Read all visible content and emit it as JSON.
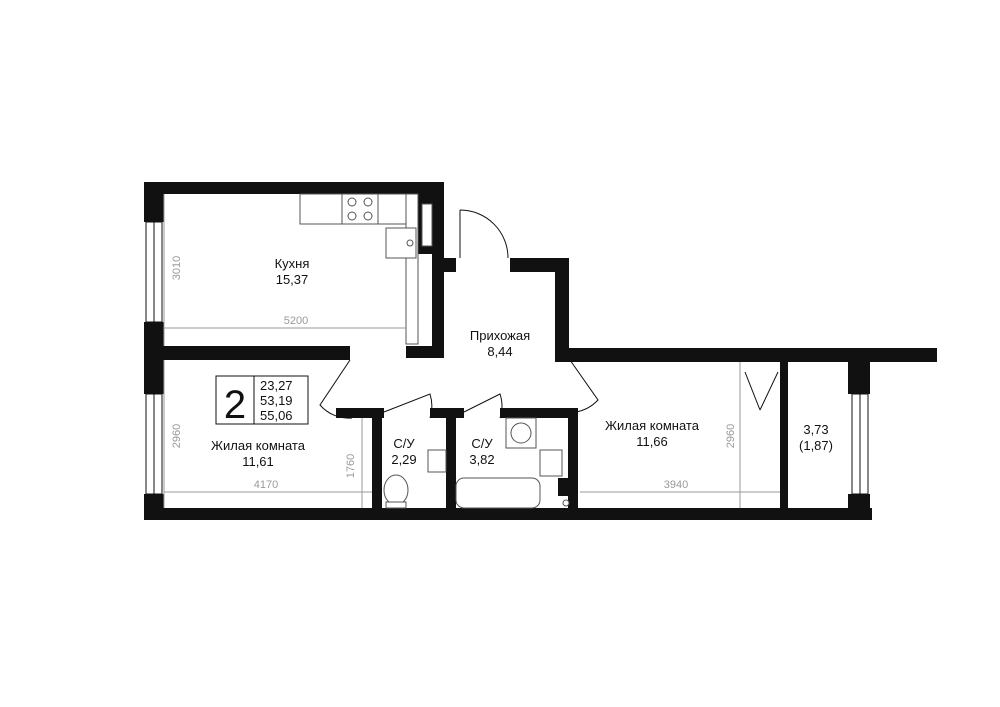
{
  "rooms": {
    "kitchen": {
      "name": "Кухня",
      "area": "15,37"
    },
    "hall": {
      "name": "Прихожая",
      "area": "8,44"
    },
    "living_left": {
      "name": "Жилая комната",
      "area": "11,61"
    },
    "bath1": {
      "name": "С/У",
      "area": "2,29"
    },
    "bath2": {
      "name": "С/У",
      "area": "3,82"
    },
    "living_right": {
      "name": "Жилая комната",
      "area": "11,66"
    },
    "balcony": {
      "area": "3,73",
      "area_reduced": "(1,87)"
    }
  },
  "badge": {
    "rooms": "2",
    "living_area": "23,27",
    "total_area": "53,19",
    "total_with_balcony": "55,06"
  },
  "dimensions": {
    "kitchen_height": "3010",
    "kitchen_width": "5200",
    "left_room_height": "2960",
    "left_room_width": "4170",
    "left_room_inner": "1760",
    "right_room_height": "2960",
    "right_room_width": "3940"
  },
  "colors": {
    "wall": "#111111",
    "dimension": "#9a9a9a",
    "background": "#ffffff"
  }
}
